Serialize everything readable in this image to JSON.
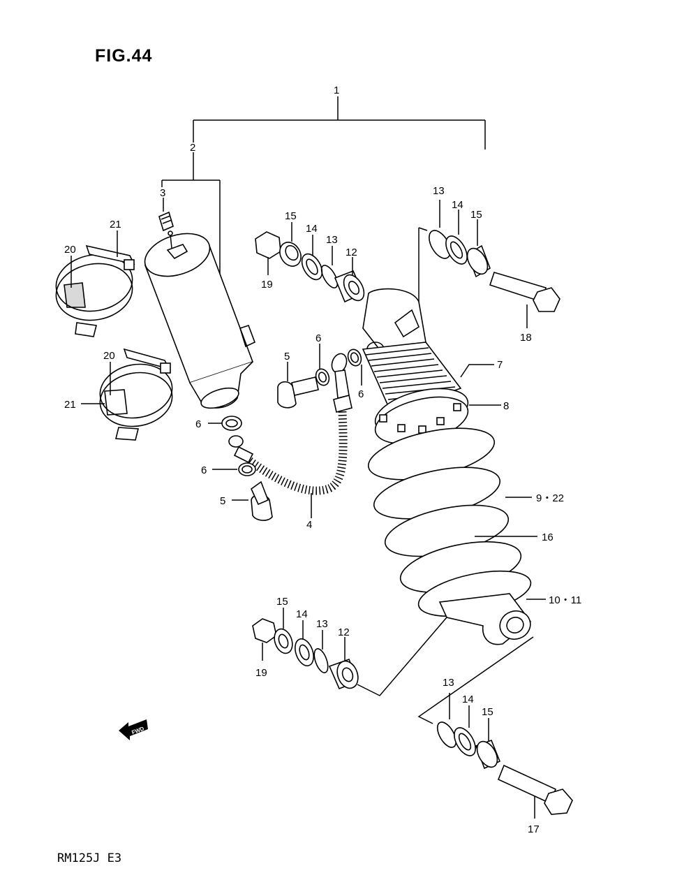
{
  "figure": {
    "title": "FIG.44",
    "footer": "RM125J E3"
  },
  "fwd_badge": "FWD",
  "callouts": {
    "c1": "1",
    "c2": "2",
    "c3": "3",
    "c4": "4",
    "c5a": "5",
    "c5b": "5",
    "c6a": "6",
    "c6b": "6",
    "c6c": "6",
    "c6d": "6",
    "c7": "7",
    "c8": "8",
    "c9_22": "9・22",
    "c10_11": "10・11",
    "c12a": "12",
    "c12b": "12",
    "c13a": "13",
    "c13b": "13",
    "c13c": "13",
    "c13d": "13",
    "c14a": "14",
    "c14b": "14",
    "c14c": "14",
    "c14d": "14",
    "c15a": "15",
    "c15b": "15",
    "c15c": "15",
    "c15d": "15",
    "c16": "16",
    "c17": "17",
    "c18": "18",
    "c19a": "19",
    "c19b": "19",
    "c20a": "20",
    "c20b": "20",
    "c21a": "21",
    "c21b": "21"
  }
}
